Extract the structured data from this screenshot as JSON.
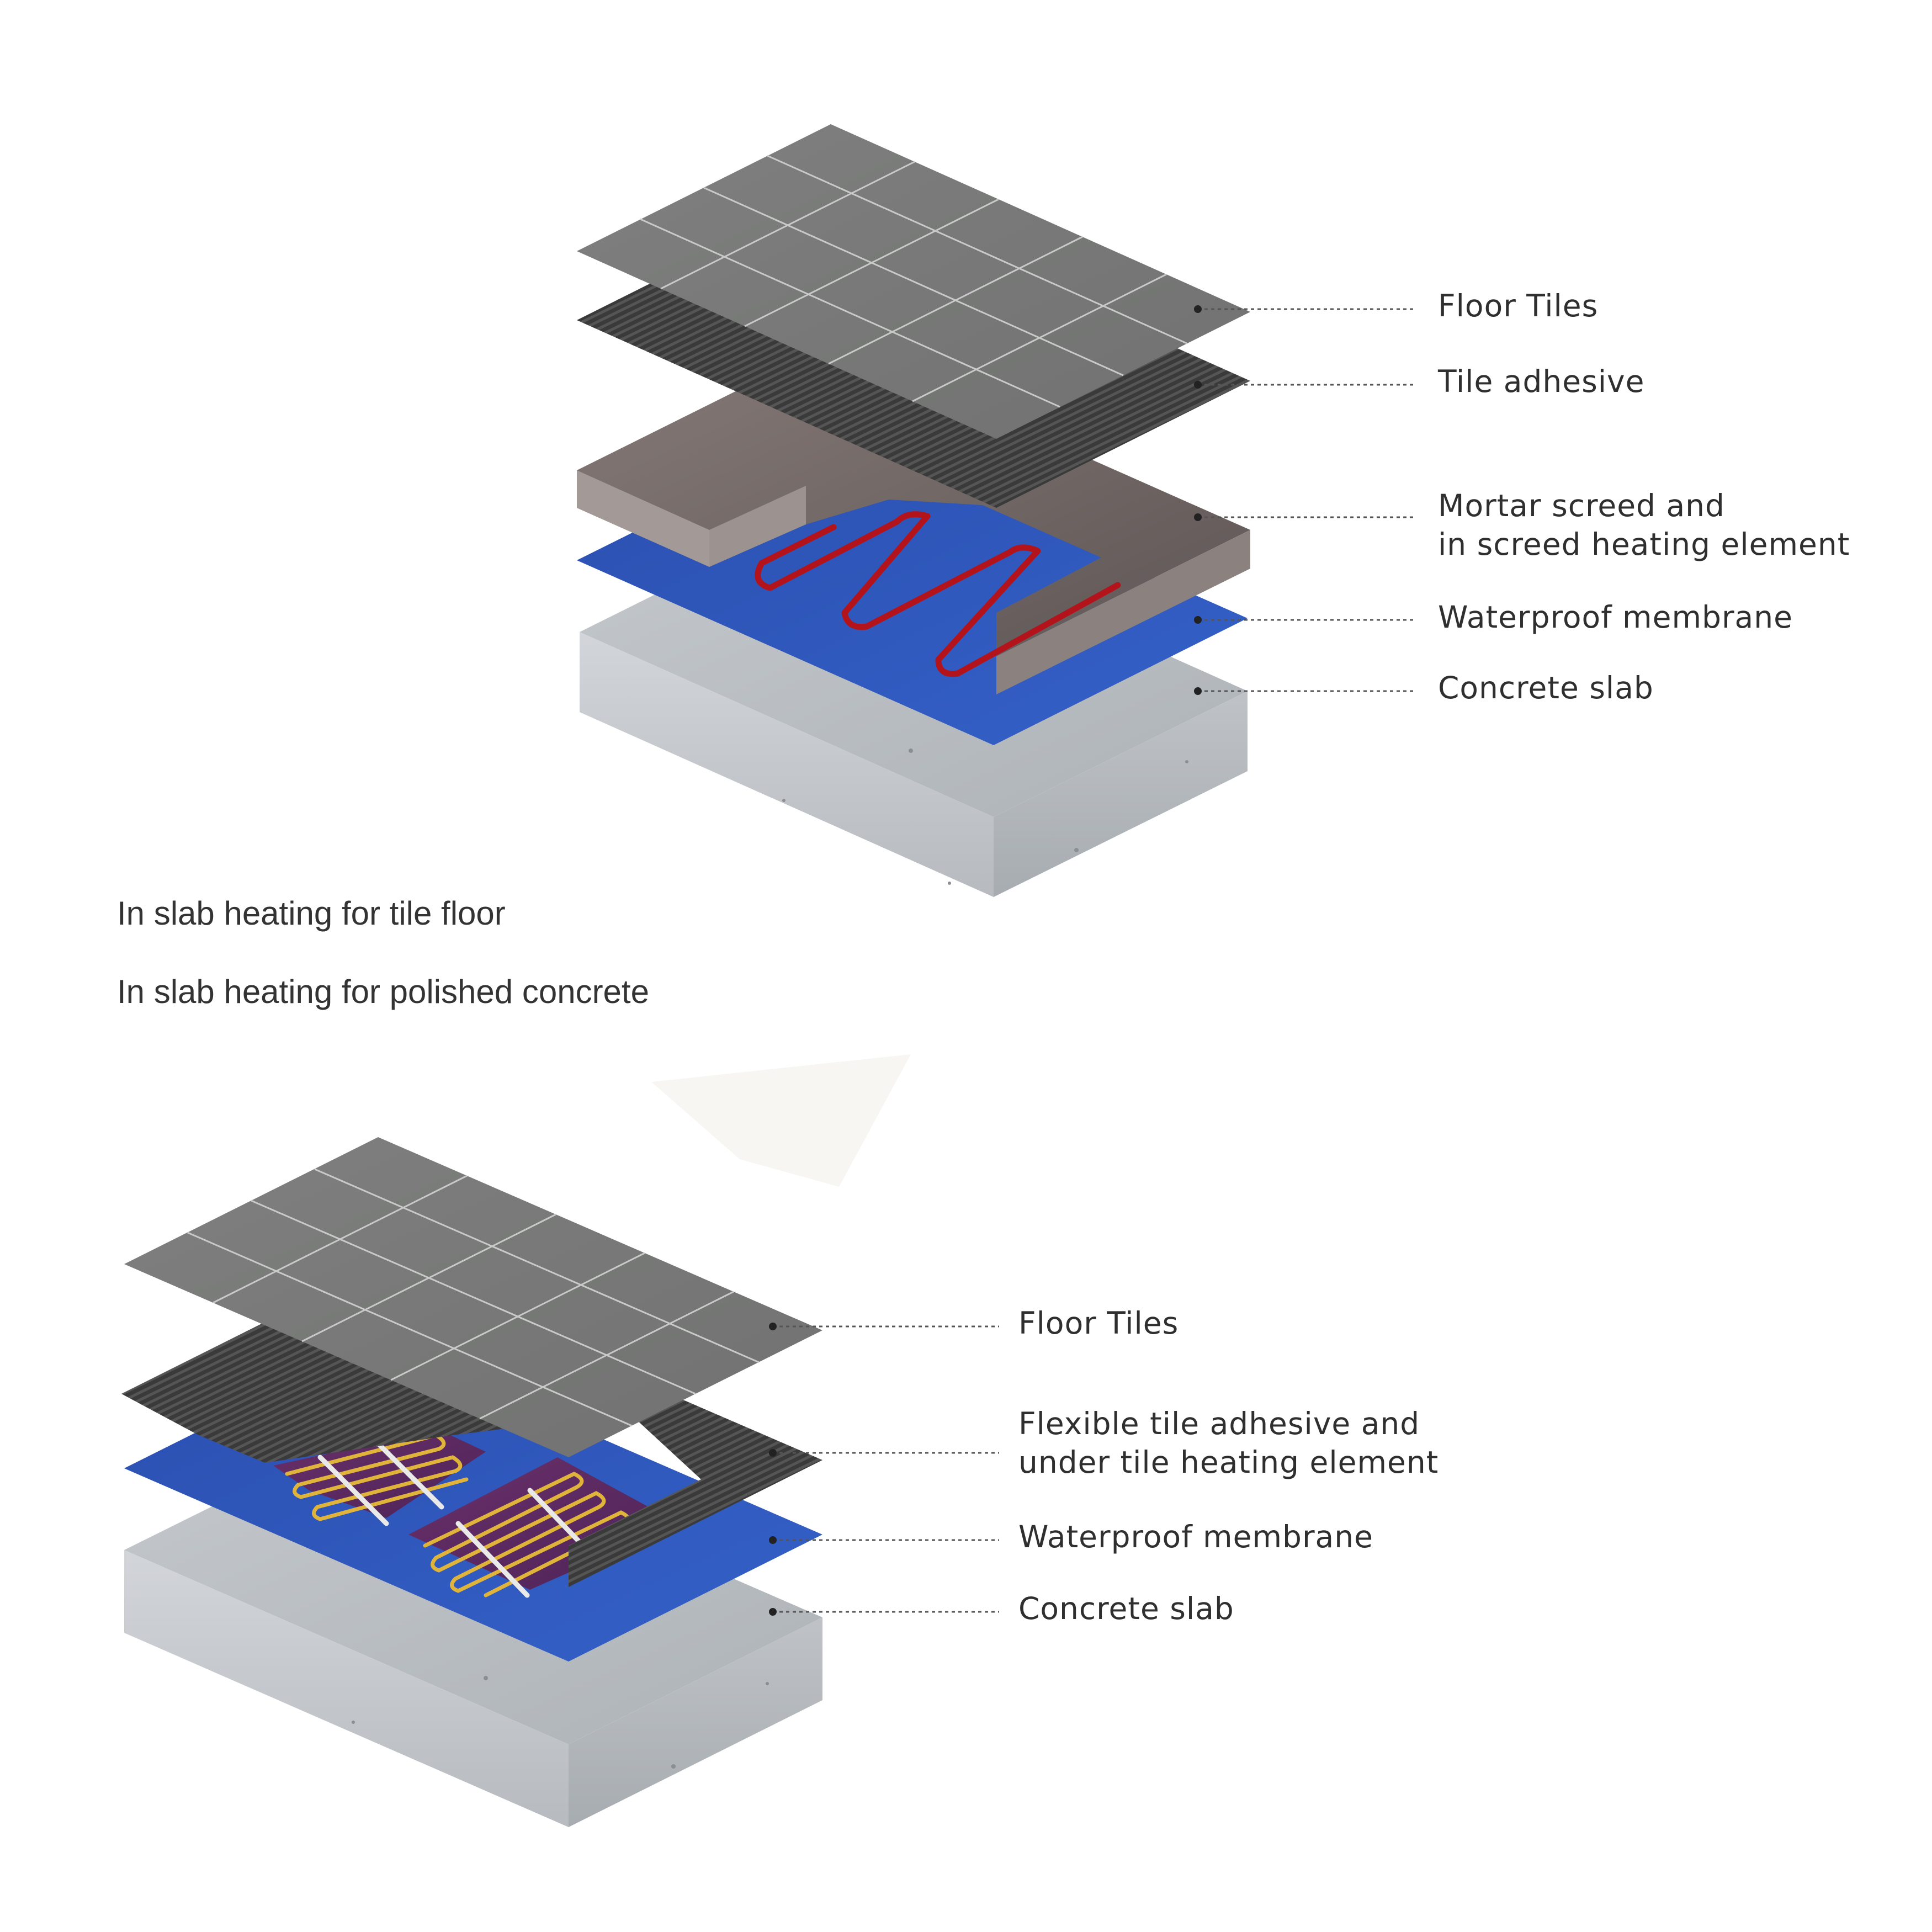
{
  "captions": {
    "first": "In slab heating for tile floor",
    "second": "In slab heating for polished concrete"
  },
  "diagram_top": {
    "labels": {
      "floor_tiles": "Floor Tiles",
      "tile_adhesive": "Tile adhesive",
      "mortar_line1": "Mortar screed and",
      "mortar_line2": "in screed heating element",
      "membrane": "Waterproof membrane",
      "slab": "Concrete slab"
    }
  },
  "diagram_bottom": {
    "labels": {
      "floor_tiles": "Floor Tiles",
      "adhesive_line1": "Flexible tile adhesive and",
      "adhesive_line2": "under tile heating element",
      "membrane": "Waterproof membrane",
      "slab": "Concrete slab"
    }
  },
  "colors": {
    "tile": "#7b7c7b",
    "tile_grout": "#c8c9c8",
    "adhesive": "#3c3c3c",
    "screed_top": "#7a6f6c",
    "screed_side": "#8c8380",
    "membrane": "#2c55b8",
    "pipe_red": "#b3141c",
    "cable_yellow": "#e0b43a",
    "heat_mat": "#5a2a62",
    "concrete_top": "#b9bec3",
    "concrete_side": "#cfd3d7",
    "leader": "#555555"
  }
}
